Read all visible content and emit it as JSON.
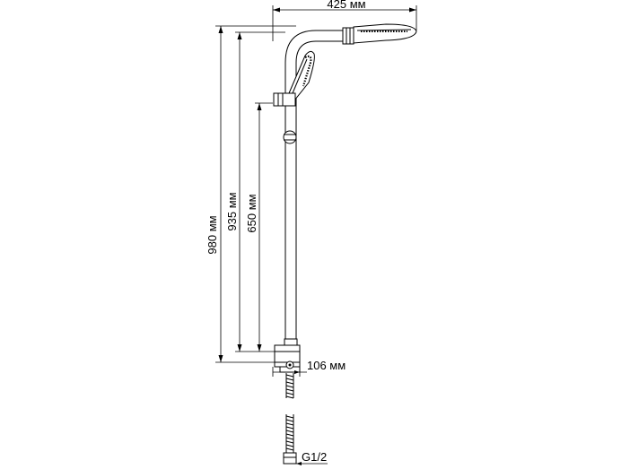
{
  "dimensions": {
    "overall_height": "980 мм",
    "head_height": "935 мм",
    "slider_height": "650 мм",
    "arm_reach": "425 мм",
    "wall_offset": "106 мм",
    "thread": "G1/2"
  }
}
